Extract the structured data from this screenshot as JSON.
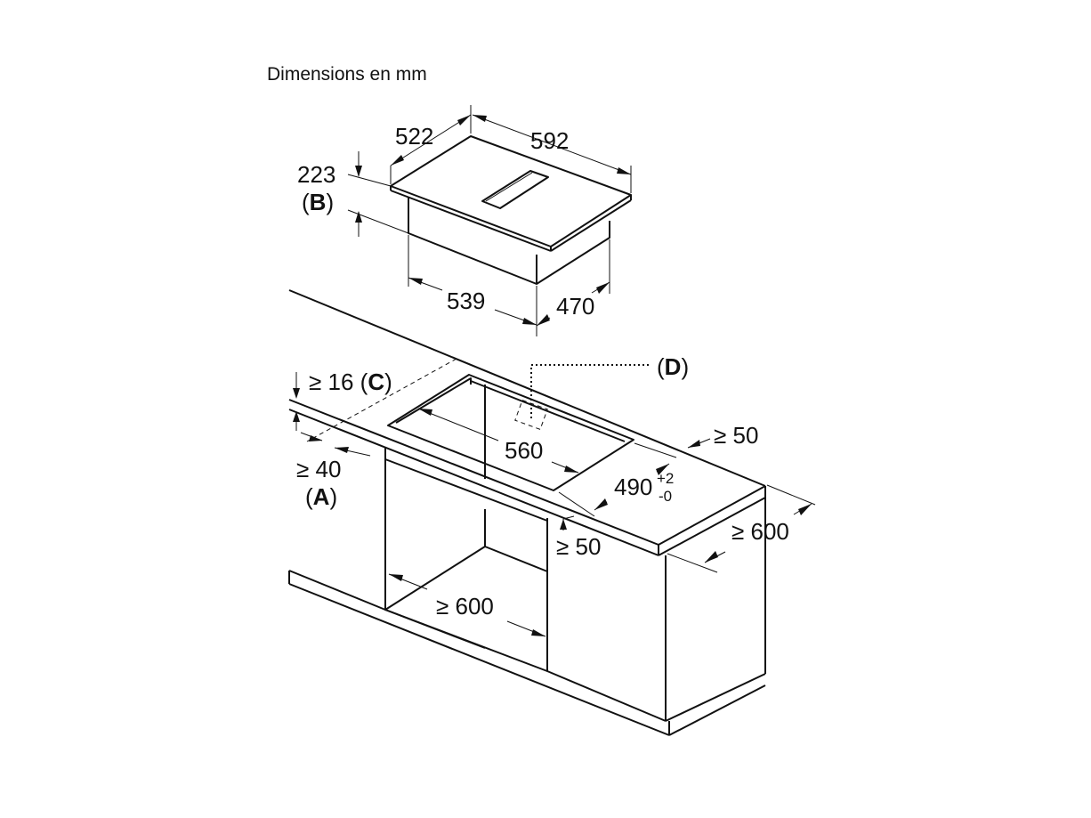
{
  "caption": "Dimensions en mm",
  "hob": {
    "width": "592",
    "depth": "522",
    "height": "223",
    "height_ref": "B",
    "body_width": "539",
    "body_depth": "470"
  },
  "cutout": {
    "clearance_top": "≥ 16",
    "clearance_top_ref": "C",
    "front_edge": "≥ 40",
    "front_edge_ref": "A",
    "cut_width": "560",
    "cut_depth": "490",
    "cut_tol_plus": "+2",
    "cut_tol_minus": "-0",
    "side_gap": "≥ 50",
    "side_gap_front": "≥ 50",
    "worktop_depth": "≥ 600",
    "cabinet_width": "≥ 600",
    "label_d": "D"
  }
}
